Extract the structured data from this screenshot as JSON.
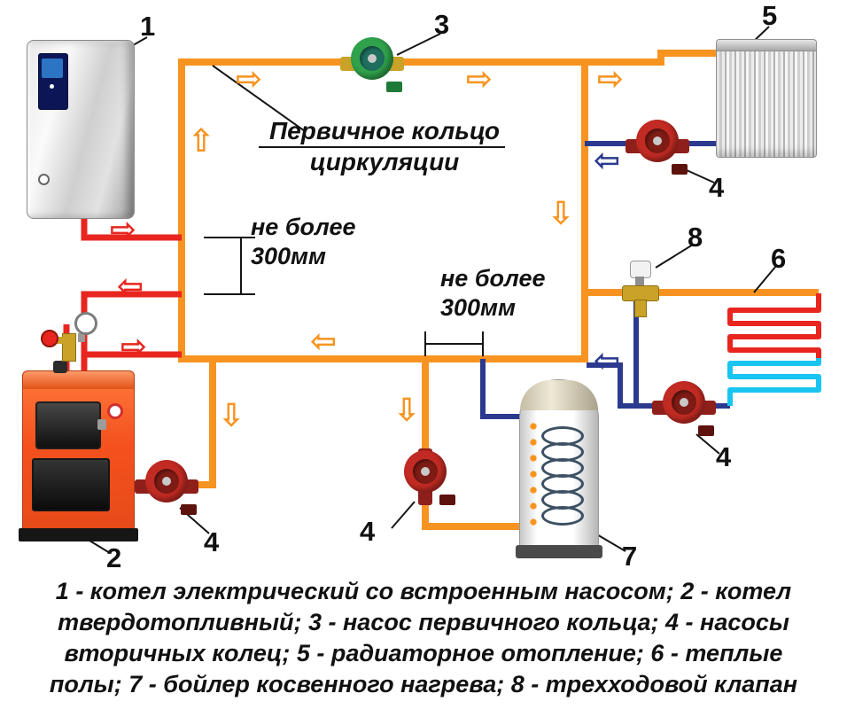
{
  "colors": {
    "pipe-orange": "#F79421",
    "pipe-red": "#E8251F",
    "pipe-blue": "#2B3A8F",
    "pipe-cyan": "#18C5F0",
    "arrow-orange": "#F79421",
    "arrow-red": "#E8251F",
    "arrow-blue": "#2B3A8F",
    "pump-green": "#2FA24B",
    "pump-red": "#C22B23",
    "boiler-orange": "#F4511E",
    "valve-brass": "#C9A227"
  },
  "icons": {
    "arrow-right": "⇨",
    "arrow-left": "⇦",
    "arrow-up": "⇧",
    "arrow-down": "⇩"
  },
  "annotations": {
    "primary_ring_line1": "Первичное кольцо",
    "primary_ring_line2": "циркуляции",
    "max_distance_1_line1": "не более",
    "max_distance_1_line2": "300мм",
    "max_distance_2_line1": "не более",
    "max_distance_2_line2": "300мм"
  },
  "callouts": {
    "electric_boiler": "1",
    "solid_fuel_boiler": "2",
    "primary_pump": "3",
    "secondary_pump_radiator": "4",
    "secondary_pump_floor": "4",
    "secondary_pump_boiler2": "4",
    "secondary_pump_tank": "4",
    "radiator": "5",
    "warm_floor": "6",
    "tank": "7",
    "three_way_valve": "8"
  },
  "legend": {
    "text": "1 - котел электрический со встроенным насосом; 2 - котел твердотопливный; 3 - насос первичного кольца; 4 - насосы вторичных колец; 5 - радиаторное отопление; 6 - теплые полы; 7 - бойлер косвенного нагрева; 8 - трехходовой клапан"
  }
}
